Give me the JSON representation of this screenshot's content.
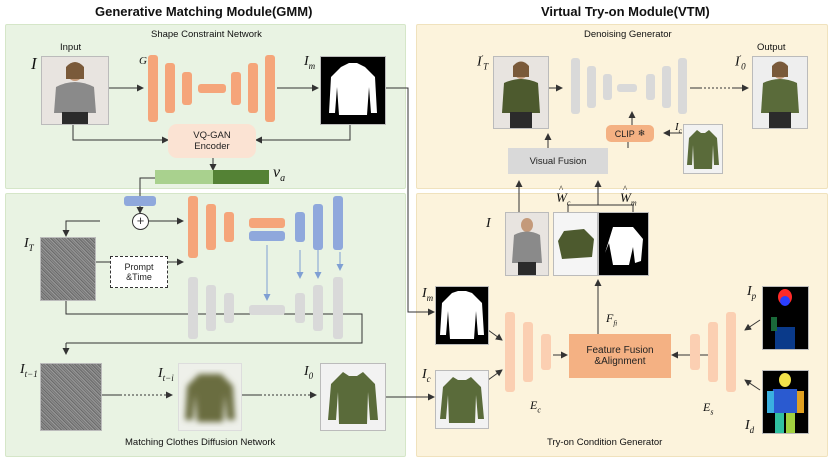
{
  "titles": {
    "gmm": "Generative Matching Module(GMM)",
    "vtm": "Virtual Try-on Module(VTM)"
  },
  "gmm": {
    "shape_net": "Shape Constraint Network",
    "input_label": "Input",
    "vqgan": "VQ-GAN\nEncoder",
    "prompt_time": "Prompt\n&Time",
    "diffusion_net": "Matching Clothes Diffusion Network",
    "symbols": {
      "I": "I",
      "G": "G",
      "Im": "I",
      "Im_sub": "m",
      "va": "v",
      "va_sub": "a",
      "IT": "I",
      "IT_sub": "T",
      "It1": "I",
      "It1_sub": "t−1",
      "Iti": "I",
      "Iti_sub": "t−i",
      "I0": "I",
      "I0_sub": "0"
    }
  },
  "vtm": {
    "denoising": "Denoising Generator",
    "output_label": "Output",
    "clip": "CLIP",
    "visual_fusion": "Visual Fusion",
    "feature_fusion": "Feature Fusion\n&Alignment",
    "condition_gen": "Try-on Condition Generator",
    "symbols": {
      "IT_prime": "I",
      "IT_prime_sub": "T",
      "I0_prime": "I",
      "I0_prime_sub": "0",
      "Ic_top": "I",
      "Ic_top_sub": "c",
      "Wc": "W",
      "Wc_sub": "c",
      "Wm": "W",
      "Wm_sub": "m",
      "I_mid": "I",
      "Im": "I",
      "Im_sub": "m",
      "Ic": "I",
      "Ic_sub": "c",
      "Ec": "E",
      "Ec_sub": "c",
      "Es": "E",
      "Es_sub": "s",
      "Ff": "F",
      "Ff_sub": "fi",
      "Ip": "I",
      "Ip_sub": "p",
      "Id": "I",
      "Id_sub": "d"
    }
  },
  "colors": {
    "green_panel": "#e9f3e3",
    "yellow_panel": "#fcf3dc",
    "orange": "#f5a57a",
    "grey": "#d9d9d9",
    "blue": "#8fa8dc",
    "fusion": "#f4b183",
    "light_green": "#a9d18e",
    "dark_green": "#548235"
  }
}
